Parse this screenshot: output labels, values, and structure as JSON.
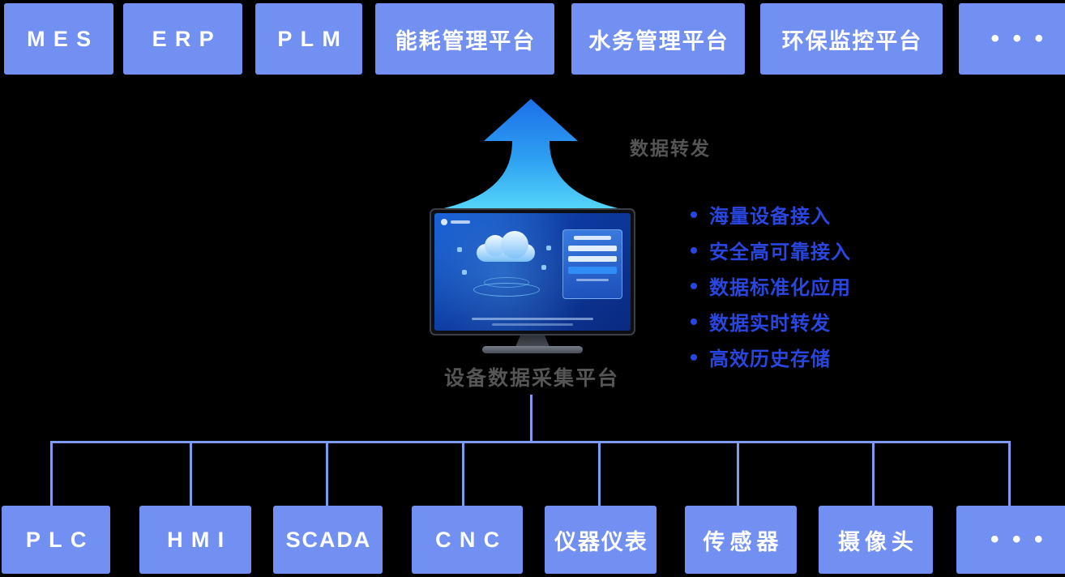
{
  "top_systems": [
    "MES",
    "ERP",
    "PLM",
    "能耗管理平台",
    "水务管理平台",
    "环保监控平台",
    "•••"
  ],
  "bottom_devices": [
    "PLC",
    "HMI",
    "SCADA",
    "CNC",
    "仪器仪表",
    "传感器",
    "摄像头",
    "•••"
  ],
  "arrow_label": "数据转发",
  "platform_label": "设备数据采集平台",
  "features": [
    "海量设备接入",
    "安全高可靠接入",
    "数据标准化应用",
    "数据实时转发",
    "高效历史存储"
  ],
  "colors": {
    "node_box": "#7190f2",
    "connector_line": "#7d9bf0",
    "feature_text": "#2946e0",
    "arrow_gradient_top": "#1d6fe8",
    "arrow_gradient_bottom": "#55d6f9",
    "gray_label_text": "#555555",
    "box_text": "#ffffff",
    "background": "#000000"
  }
}
